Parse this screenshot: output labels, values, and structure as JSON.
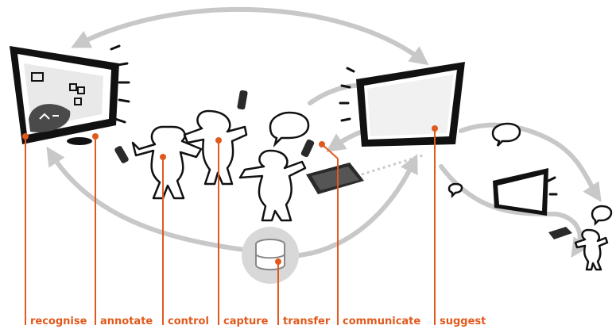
{
  "labels": [
    {
      "id": "recognise",
      "text": "recognise"
    },
    {
      "id": "annotate",
      "text": "annotate"
    },
    {
      "id": "control",
      "text": "control"
    },
    {
      "id": "capture",
      "text": "capture"
    },
    {
      "id": "transfer",
      "text": "transfer"
    },
    {
      "id": "communicate",
      "text": "communicate"
    },
    {
      "id": "suggest",
      "text": "suggest"
    }
  ],
  "colors": {
    "accent": "#e05a1e",
    "arrow": "#c8c8c8",
    "ink": "#111111",
    "screen": "#4a4a4a"
  }
}
